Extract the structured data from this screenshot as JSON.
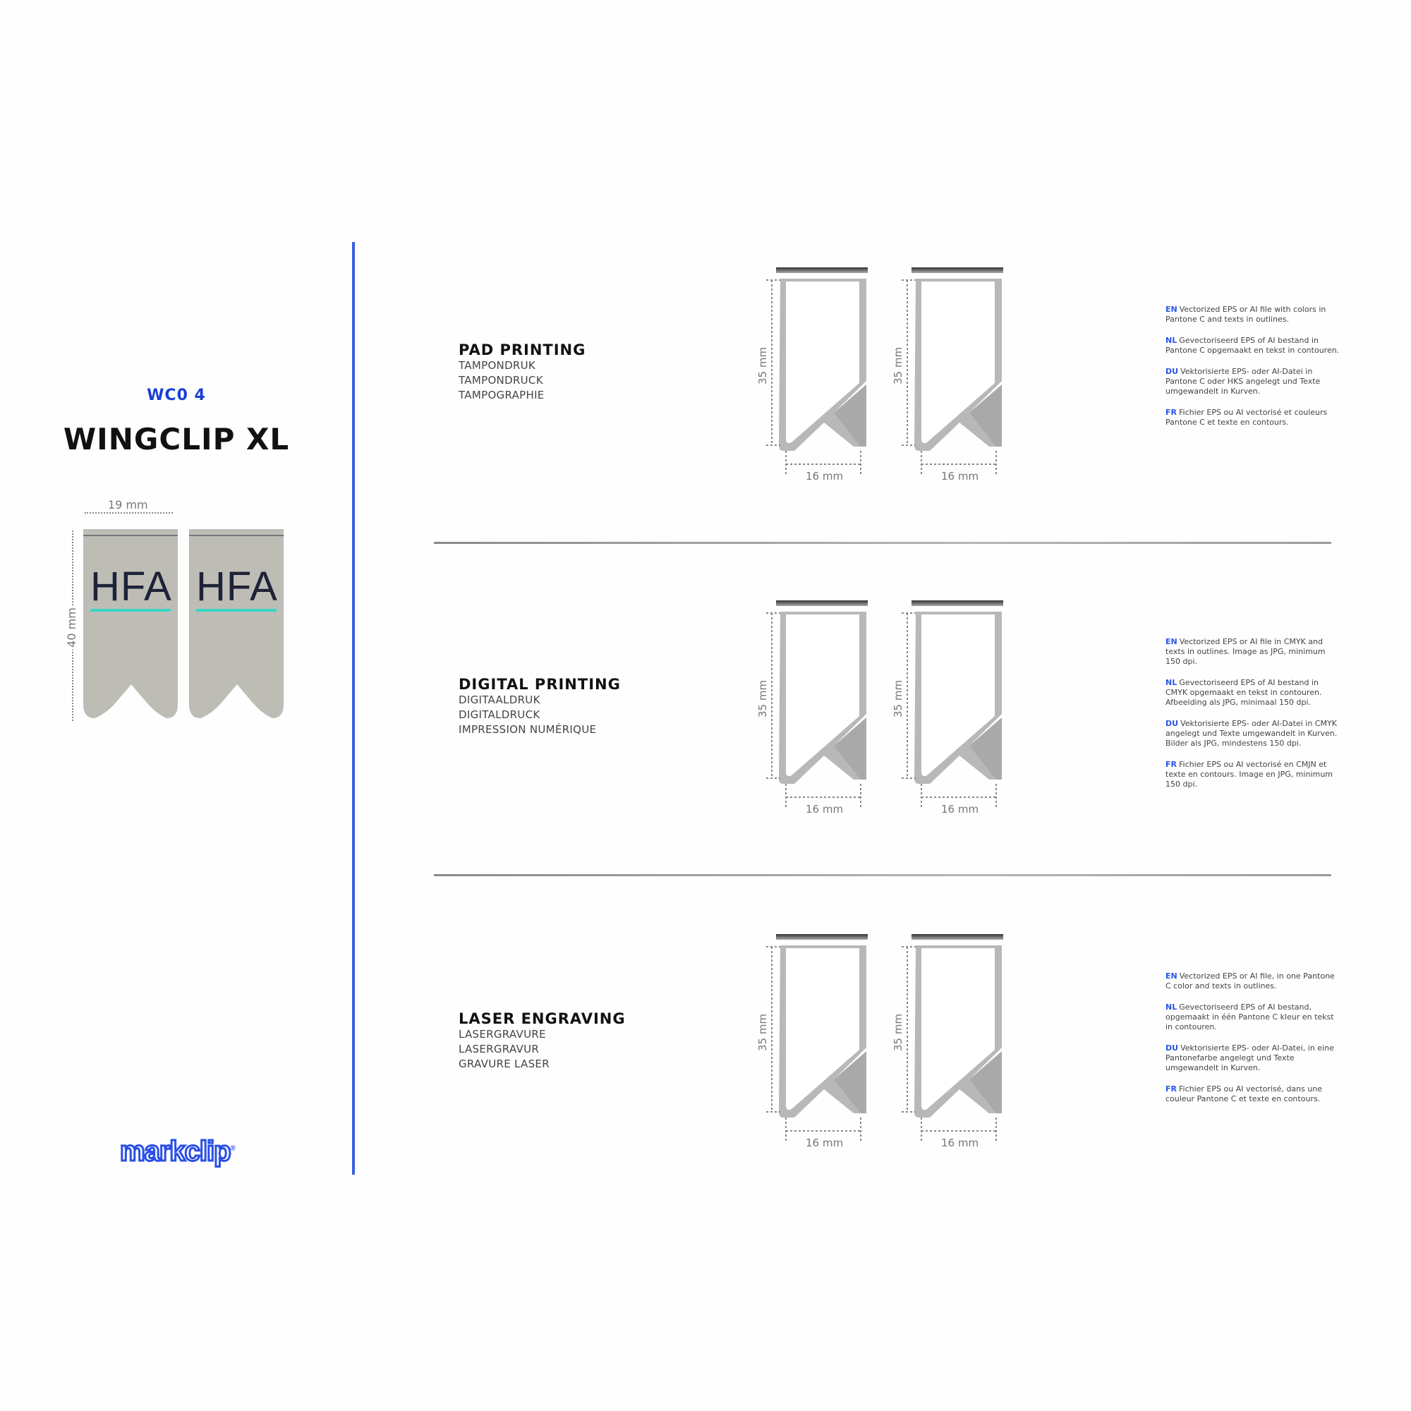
{
  "product": {
    "code": "WC0 4",
    "name": "WINGCLIP XL",
    "photo": {
      "width_label": "19 mm",
      "height_label": "40 mm",
      "imprint_text": "HFA",
      "imprint_text_color": "#1e2238",
      "underline_color": "#3ad6c2",
      "clip_color": "#bdbdb6"
    }
  },
  "brand": {
    "logo_text": "markclip",
    "logo_mark": "®",
    "accent": "#2a4fe6"
  },
  "colors": {
    "divider": "#3b5fe0",
    "lang_tag": "#2a55e8"
  },
  "sections": [
    {
      "title": "PAD PRINTING",
      "subtitles": [
        "TAMPONDRUK",
        "TAMPONDRUCK",
        "TAMPOGRAPHIE"
      ],
      "dimensions": {
        "height": "35 mm",
        "width": "16 mm"
      },
      "specs": [
        {
          "lang": "EN",
          "text": "Vectorized EPS or AI file with colors in Pantone C and texts in outlines."
        },
        {
          "lang": "NL",
          "text": "Gevectoriseerd EPS of AI bestand in Pantone C opgemaakt en tekst in contouren."
        },
        {
          "lang": "DU",
          "text": "Vektorisierte EPS- oder AI-Datei in Pantone C oder HKS angelegt und Texte umgewandelt in Kurven."
        },
        {
          "lang": "FR",
          "text": "Fichier EPS ou AI vectorisé et couleurs Pantone C et texte en contours."
        }
      ]
    },
    {
      "title": "DIGITAL PRINTING",
      "subtitles": [
        "DIGITAALDRUK",
        "DIGITALDRUCK",
        "IMPRESSION NUMÉRIQUE"
      ],
      "dimensions": {
        "height": "35 mm",
        "width": "16 mm"
      },
      "specs": [
        {
          "lang": "EN",
          "text": "Vectorized EPS or AI file in CMYK and texts in outlines. Image as JPG, minimum 150 dpi."
        },
        {
          "lang": "NL",
          "text": "Gevectoriseerd EPS of AI bestand in CMYK opgemaakt en tekst in contouren. Afbeelding als JPG, minimaal 150 dpi."
        },
        {
          "lang": "DU",
          "text": "Vektorisierte EPS- oder AI-Datei in CMYK angelegt und Texte umgewandelt in Kurven. Bilder als JPG, mindestens 150 dpi."
        },
        {
          "lang": "FR",
          "text": "Fichier EPS ou AI vectorisé en CMJN et texte en contours. Image en JPG, minimum 150 dpi."
        }
      ]
    },
    {
      "title": "LASER ENGRAVING",
      "subtitles": [
        "LASERGRAVURE",
        "LASERGRAVUR",
        "GRAVURE LASER"
      ],
      "dimensions": {
        "height": "35 mm",
        "width": "16 mm"
      },
      "specs": [
        {
          "lang": "EN",
          "text": "Vectorized EPS or AI file, in one Pantone C color and texts in outlines."
        },
        {
          "lang": "NL",
          "text": "Gevectoriseerd EPS of AI bestand, opgemaakt in één Pantone C kleur en tekst in contouren."
        },
        {
          "lang": "DU",
          "text": "Vektorisierte EPS- oder AI-Datei, in eine Pantonefarbe angelegt und Texte umgewandelt in Kurven."
        },
        {
          "lang": "FR",
          "text": "Fichier EPS ou AI vectorisé, dans une couleur Pantone C et texte en contours."
        }
      ]
    }
  ]
}
